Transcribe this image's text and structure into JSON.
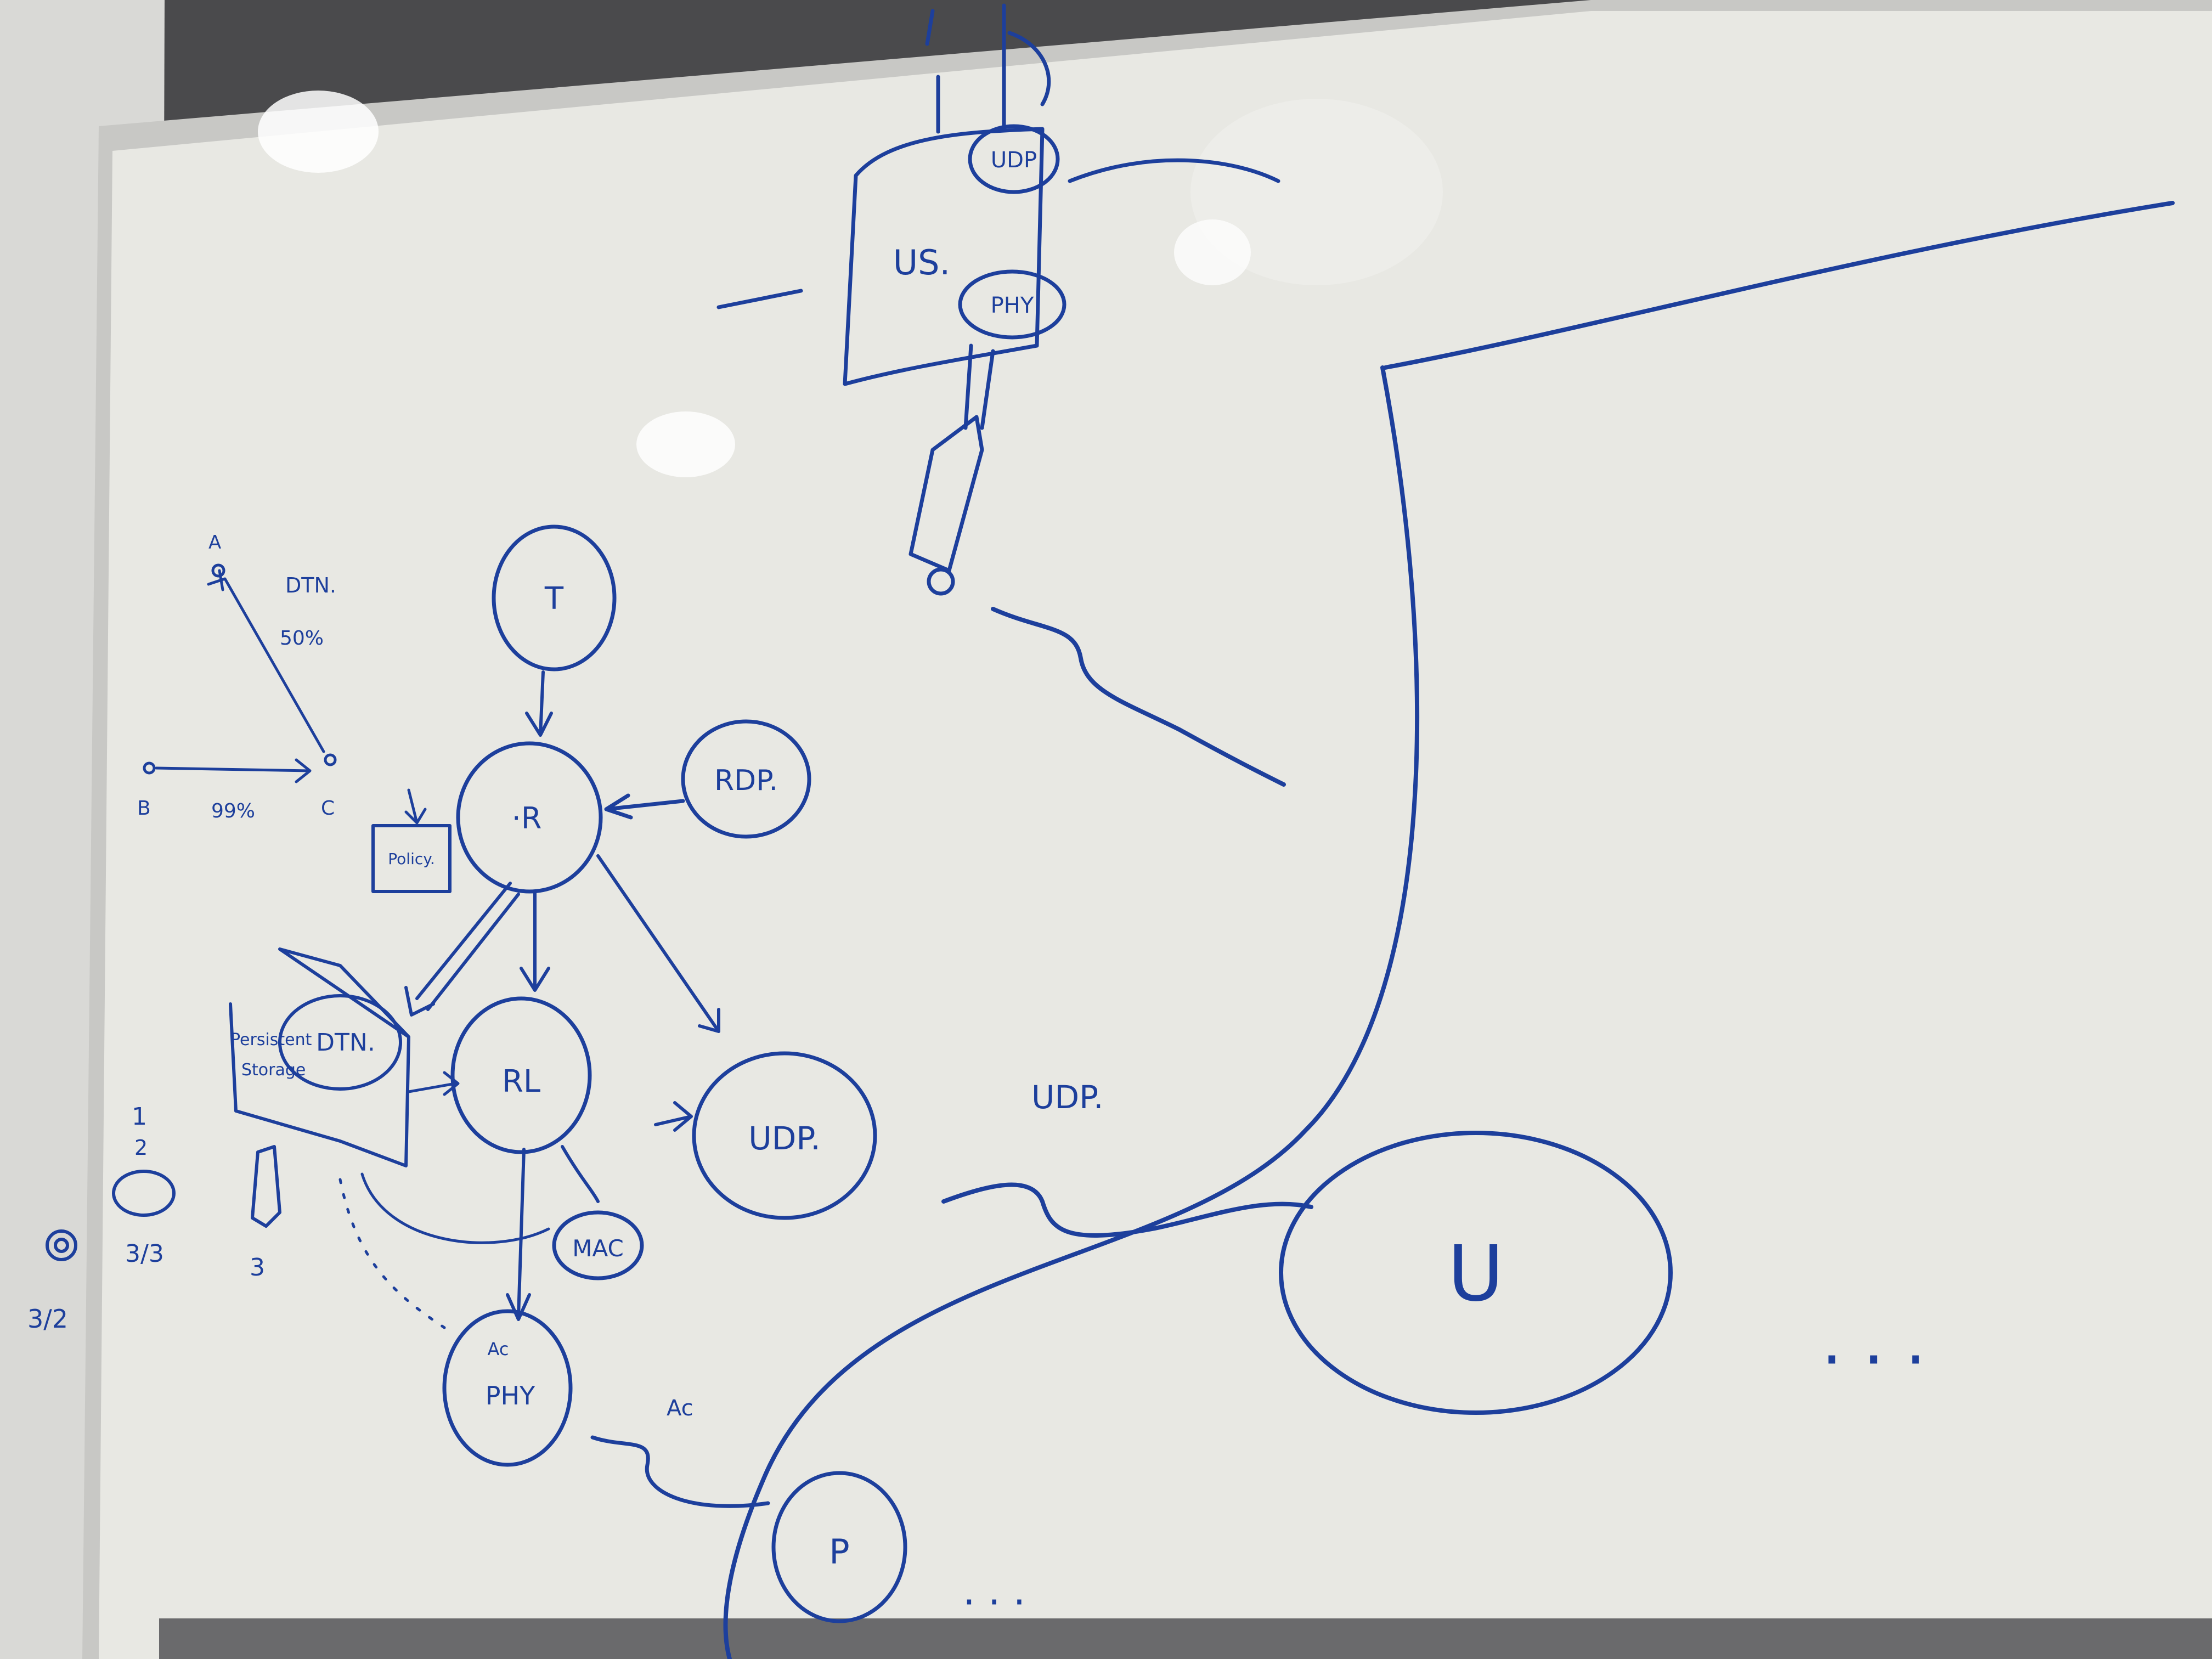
{
  "colors": {
    "marker_ink": "#1d3f9c",
    "board_surface": "#e9e9e4",
    "frame": "#c9c9c6"
  },
  "board": {
    "nodes": {
      "t": "T",
      "r": "·R",
      "rdp": "RDP.",
      "rl": "RL",
      "udp_mid": "UDP.",
      "mac": "MAC",
      "phy_sup": "Ac",
      "phy": "PHY",
      "u": "U",
      "p": "P",
      "dtn": "DTN.",
      "persistent_storage_1": "Persistent",
      "persistent_storage_2": "Storage",
      "policy": "Policy.",
      "us": "US.",
      "udp_top": "UDP",
      "phy_top": "PHY"
    },
    "labels": {
      "a": "A",
      "b": "B",
      "c": "C",
      "dtn_label": "DTN.",
      "percent_50": "50%",
      "percent_99": "99%",
      "udp_link": "UDP.",
      "ac_link": "Ac",
      "num_1": "1",
      "num_2": "2",
      "num_3": "3",
      "frac_32": "3/2",
      "frac_33": "3/3"
    },
    "dots": "· · ·"
  }
}
